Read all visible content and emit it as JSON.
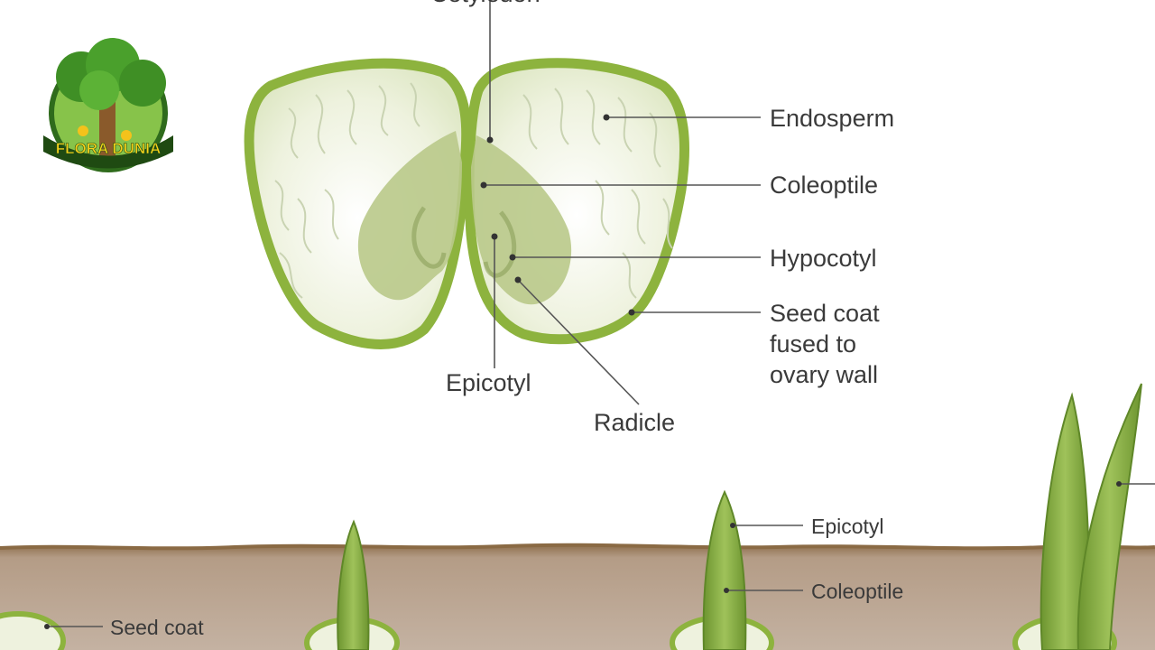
{
  "labels": {
    "top_cut": "Cotyledon",
    "endosperm": "Endosperm",
    "coleoptile": "Coleoptile",
    "hypocotyl": "Hypocotyl",
    "seed_coat_1": "Seed coat",
    "seed_coat_2": "fused to",
    "seed_coat_3": "ovary wall",
    "epicotyl": "Epicotyl",
    "radicle": "Radicle",
    "soil_epicotyl": "Epicotyl",
    "soil_coleoptile": "Coleoptile",
    "soil_seed_coat": "Seed coat"
  },
  "logo": {
    "text": "FLORA DUNIA"
  },
  "colors": {
    "seed_outline": "#8db33e",
    "seed_inner": "#eef2de",
    "embryo": "#b9c98a",
    "soil": "#a88f78",
    "soil_edge": "#9a7a52",
    "sprout": "#7fa33a",
    "text": "#3a3a3a"
  }
}
